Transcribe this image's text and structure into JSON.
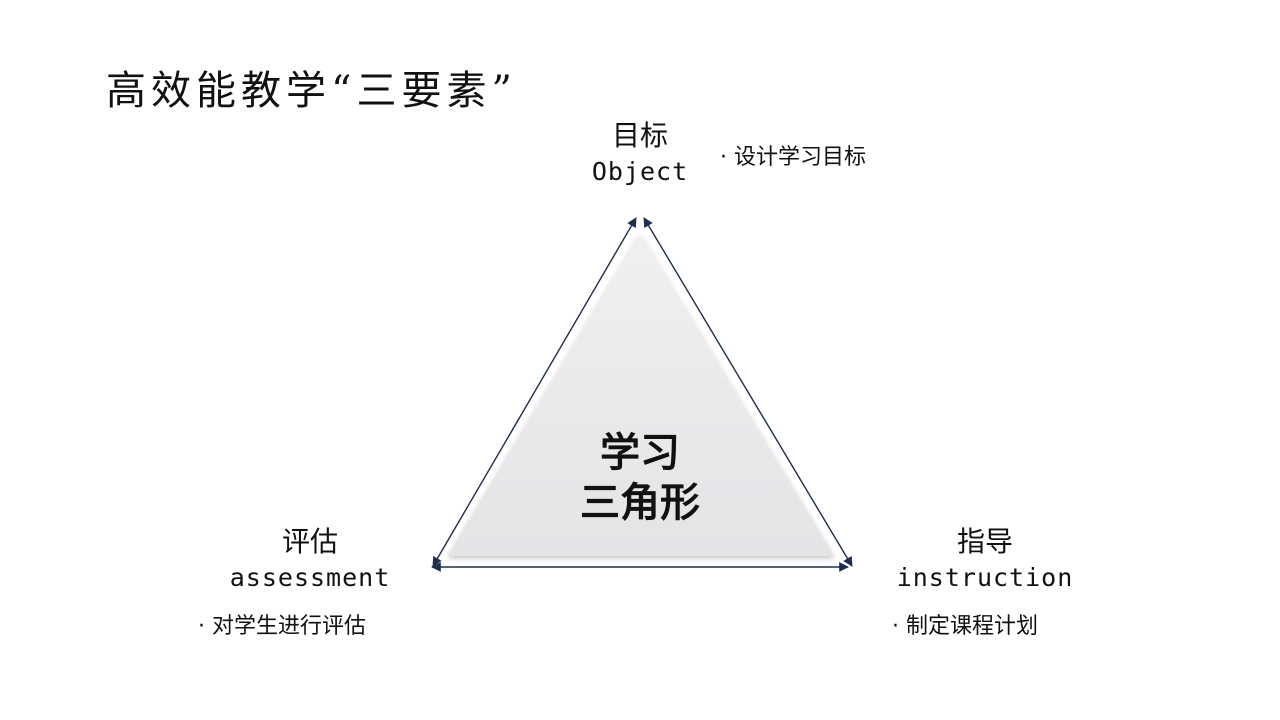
{
  "slide": {
    "title": "高效能教学“三要素”",
    "center": {
      "line1": "学习",
      "line2": "三角形"
    },
    "nodes": {
      "top": {
        "cn": "目标",
        "en": "Object",
        "bullet": "· 设计学习目标"
      },
      "left": {
        "cn": "评估",
        "en": "assessment",
        "bullet": "· 对学生进行评估"
      },
      "right": {
        "cn": "指导",
        "en": "instruction",
        "bullet": "· 制定课程计划"
      }
    },
    "colors": {
      "triangle_fill": "#E8E8EA",
      "edge_arrow": "#1F2D4F"
    }
  }
}
